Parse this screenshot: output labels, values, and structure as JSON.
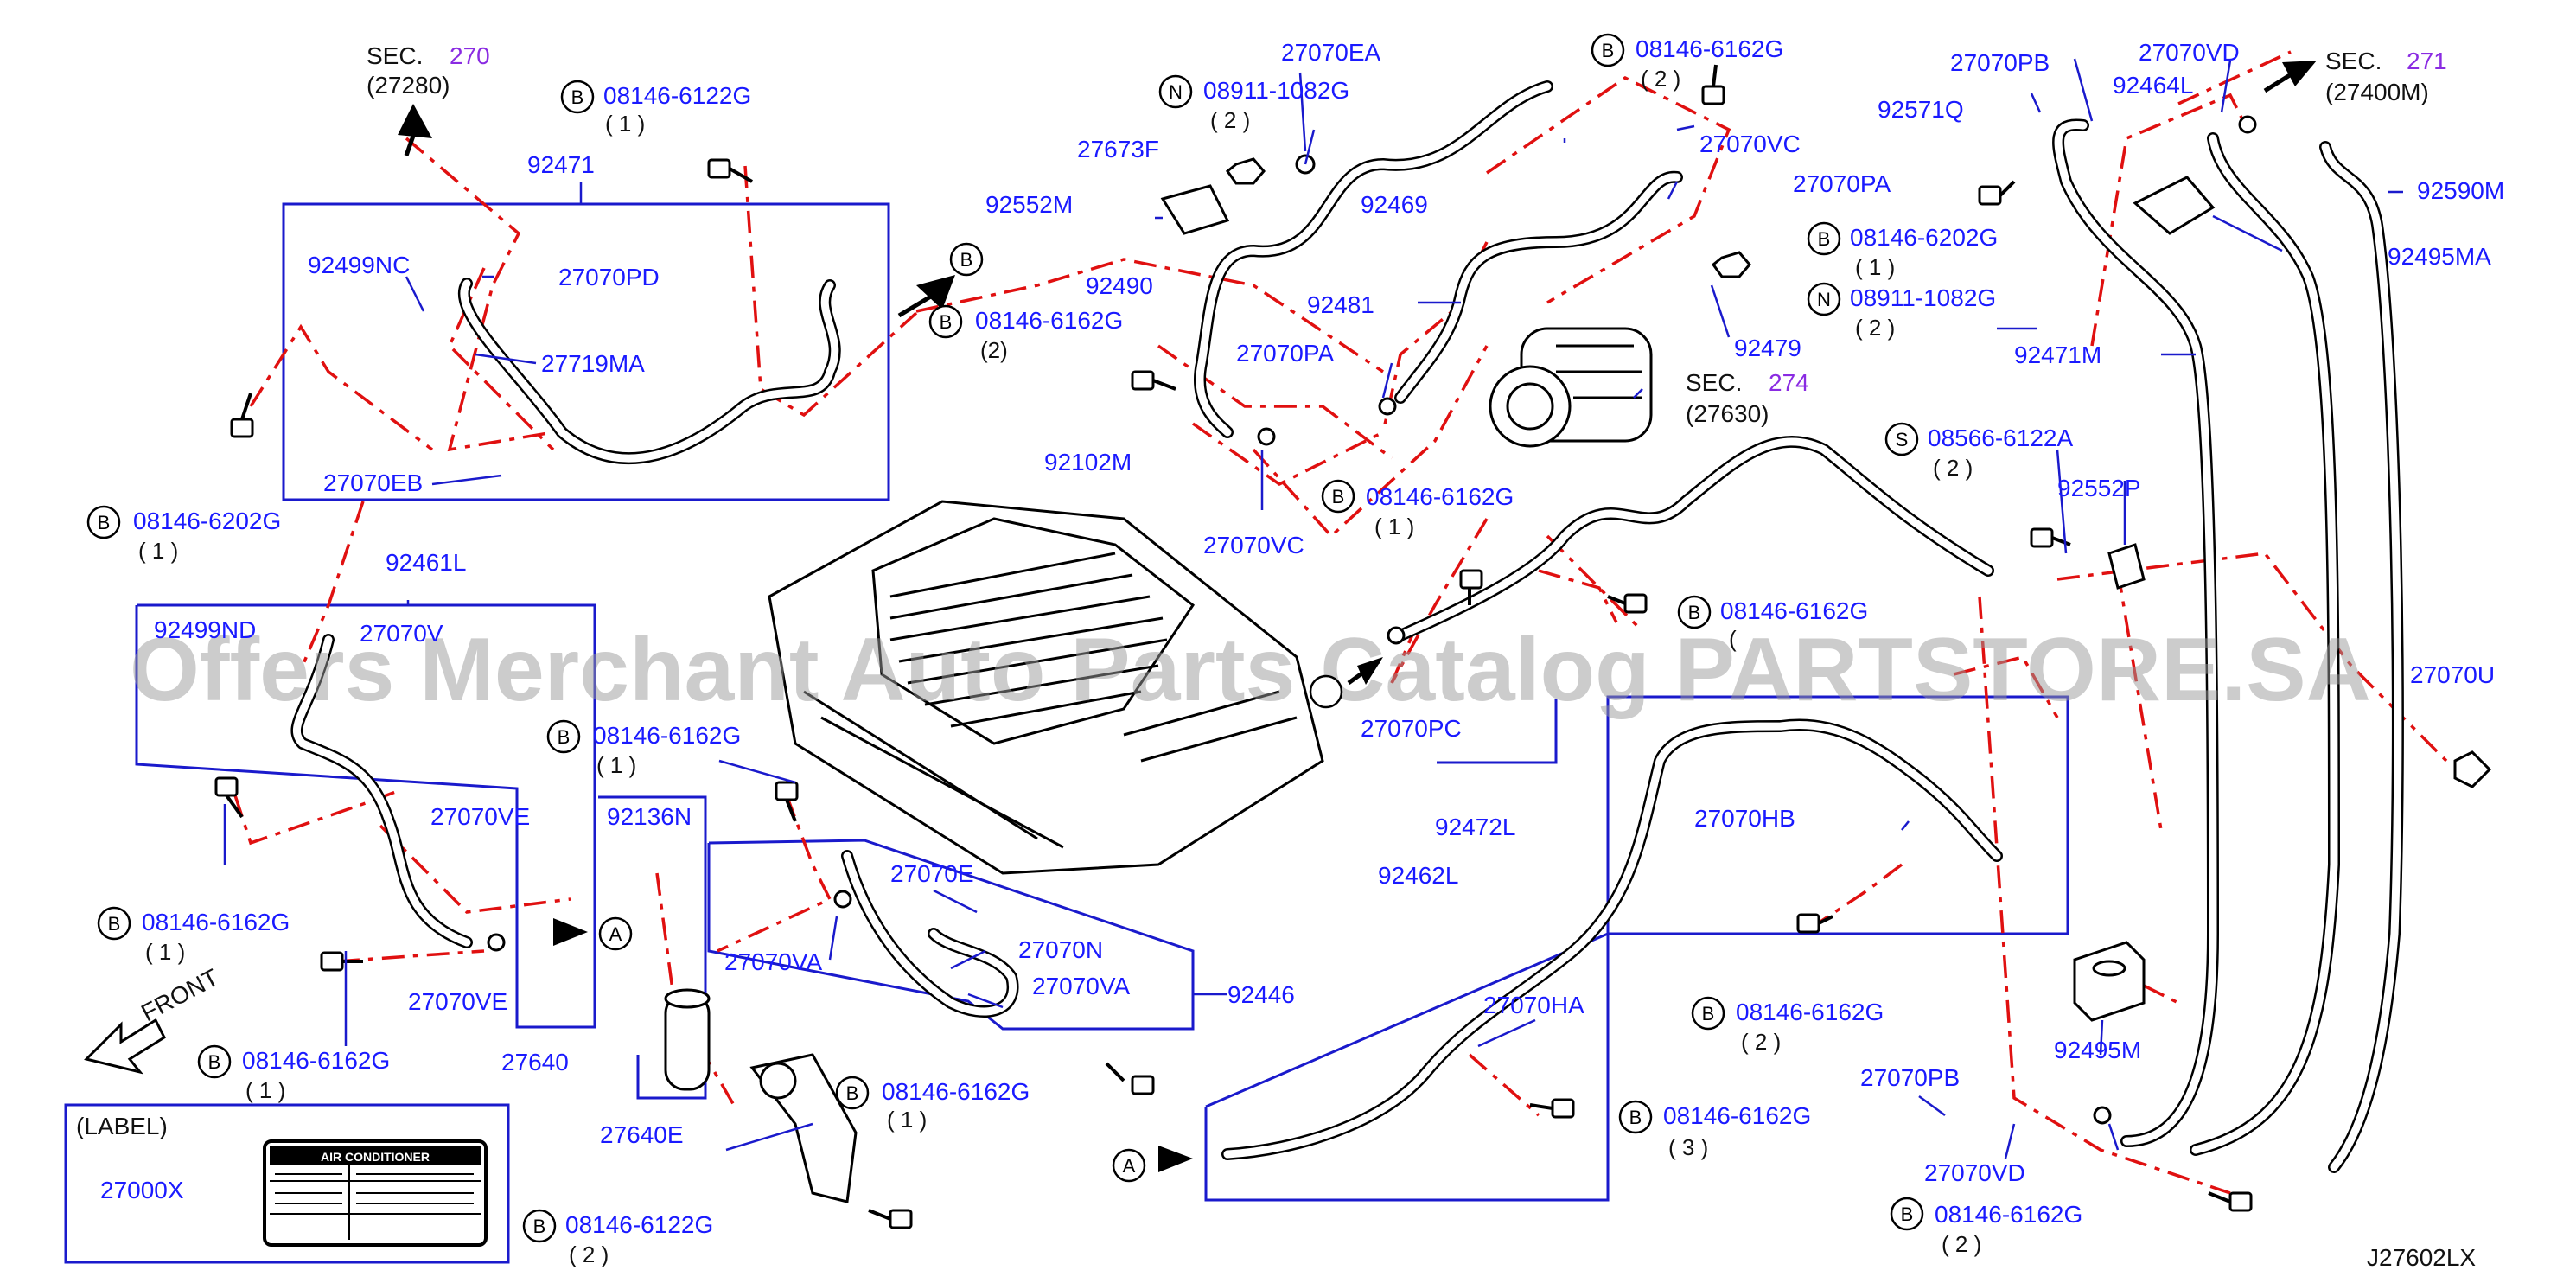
{
  "diagram": {
    "code": "J27602LX",
    "watermark": "Offers Merchant Auto Parts Catalog PARTSTORE.SA",
    "front_label": "FRONT",
    "sec_label": "SEC.",
    "sec_270": {
      "num": "270",
      "ref": "(27280)"
    },
    "sec_271": {
      "num": "271",
      "ref": "(27400M)"
    },
    "sec_274": {
      "num": "274",
      "ref": "(27630)"
    },
    "label_box": {
      "title": "(LABEL)",
      "part": "27000X",
      "sticker": "AIR CONDITIONER"
    },
    "callouts": {
      "B": "B",
      "N": "N",
      "S": "S",
      "A": "A"
    },
    "parts": {
      "p92471": "92471",
      "p92499NC": "92499NC",
      "p27070PD": "27070PD",
      "p27719MA": "27719MA",
      "p27070EB": "27070EB",
      "p92461L": "92461L",
      "p92499ND": "92499ND",
      "p27070V": "27070V",
      "p27070VE_a": "27070VE",
      "p27070VE_b": "27070VE",
      "p92136N": "92136N",
      "p27640": "27640",
      "p27640E": "27640E",
      "p92102M": "92102M",
      "p27070E": "27070E",
      "p27070N": "27070N",
      "p27070VA_a": "27070VA",
      "p27070VA_b": "27070VA",
      "p92446": "92446",
      "p27070EA": "27070EA",
      "p27673F": "27673F",
      "p92552M": "92552M",
      "p92469": "92469",
      "p92490": "92490",
      "p92481": "92481",
      "p27070PA_a": "27070PA",
      "p27070PA_b": "27070PA",
      "p27070VC_a": "27070VC",
      "p27070VC_b": "27070VC",
      "p92479": "92479",
      "p27070PC": "27070PC",
      "p92472L": "92472L",
      "p92462L": "92462L",
      "p27070HB": "27070HB",
      "p27070HA": "27070HA",
      "p27070PB_a": "27070PB",
      "p27070PB_b": "27070PB",
      "p27070VD_a": "27070VD",
      "p27070VD_b": "27070VD",
      "p92571Q": "92571Q",
      "p92464L": "92464L",
      "p92590M": "92590M",
      "p92495MA": "92495MA",
      "p92471M": "92471M",
      "p92552P": "92552P",
      "p92495M": "92495M",
      "p27070U": "27070U"
    },
    "bolts": {
      "b6122_1": "08146-6122G",
      "b6202_1": "08146-6202G",
      "b6162_1": "08146-6162G",
      "b6162_2": "08146-6162G",
      "b6162_3": "08146-6162G",
      "b6162_4": "08146-6162G",
      "b6162_5": "08146-6162G",
      "b6122_2": "08146-6122G",
      "n1082_1": "08911-1082G",
      "b6162_top": "08146-6162G",
      "b6202_r": "08146-6202G",
      "n1082_2": "08911-1082G",
      "b6162_mid": "08146-6162G",
      "s6122": "08566-6122A",
      "b6162_r1": "08146-6162G",
      "b6162_r2": "08146-6162G",
      "b6162_r3": "08146-6162G",
      "b6162_r4": "08146-6162G"
    },
    "qty": {
      "one": "( 1 )",
      "two": "( 2 )",
      "three": "( 3 )",
      "two_plain": "(2)",
      "open": "("
    }
  }
}
